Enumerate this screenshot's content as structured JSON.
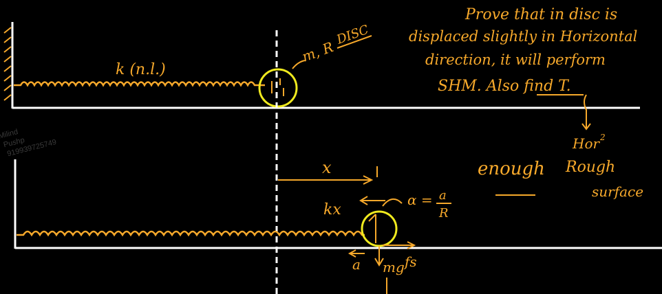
{
  "colors": {
    "background": "#000000",
    "ink_white": "#ffffff",
    "ink_orange": "#f7a92b",
    "ink_yellow": "#f0ea1e",
    "watermark": "#3a3a3a"
  },
  "watermark": {
    "line1": "Milind",
    "line2": "Pushp",
    "line3": "919939725749"
  },
  "problem": {
    "line1": "Prove that in disc is",
    "line2": "displaced slightly in Horizontal",
    "line3": "direction, it will perform",
    "line4": "SHM. Also find T."
  },
  "labels": {
    "spring_top": "k (n.l.)",
    "disc": "m, R",
    "disc_word": "DISC",
    "hor": "Hor",
    "hor_sup": "2",
    "enough": "enough",
    "rough": "Rough",
    "surface": "surface",
    "x": "x",
    "kx": "kx",
    "alpha": "α =",
    "alpha_num": "a",
    "alpha_den": "R",
    "a": "a",
    "mg": "mg",
    "fs": "fs"
  }
}
